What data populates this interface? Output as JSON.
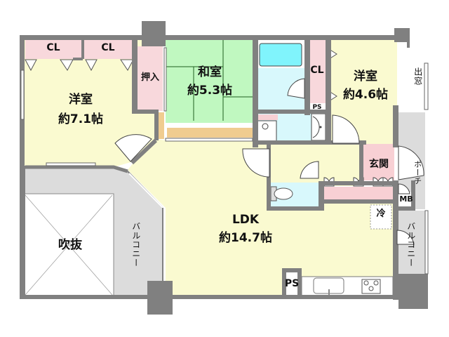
{
  "floor_plan": {
    "colors": {
      "wall": "#808080",
      "western_room": "#fafad0",
      "japanese_room": "#c0f8c0",
      "closet": "#f8d8dc",
      "wet_area": "#d8f8fc",
      "bathtub": "#80f4fc",
      "balcony": "#dcdcdc",
      "tatami_edge": "#f0cc90",
      "entrance": "#f8d0d4"
    },
    "rooms": {
      "western_room_1": {
        "name": "洋室",
        "area": "約7.1帖"
      },
      "japanese_room": {
        "name": "和室",
        "area": "約5.3帖"
      },
      "western_room_2": {
        "name": "洋室",
        "area": "約4.6帖"
      },
      "ldk": {
        "name": "LDK",
        "area": "約14.7帖"
      },
      "void": {
        "name": "吹抜"
      },
      "entrance": {
        "name": "玄関"
      }
    },
    "storage": {
      "closet_1": "CL",
      "closet_2": "CL",
      "closet_3": "CL",
      "oshiire": "押入",
      "ps_small": "PS",
      "ps_kitchen": "PS",
      "mb": "MB",
      "fridge": "冷"
    },
    "exterior": {
      "balcony_left": "バルコニー",
      "balcony_right": "バルコニー",
      "porch": "ポーチ",
      "bay_window": "出窓"
    }
  }
}
